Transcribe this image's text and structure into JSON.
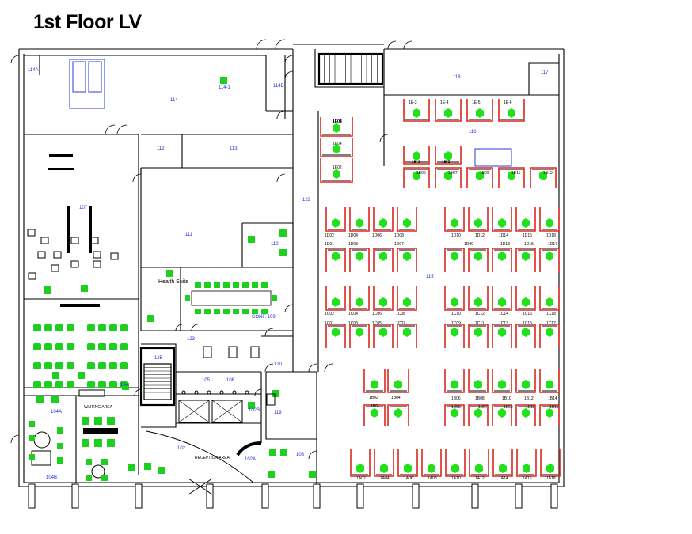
{
  "title": "1st Floor LV",
  "colors": {
    "wall": "#000000",
    "desk_green": "#22e01a",
    "chair_green": "#1fcf1f",
    "partition_red": "#d9281e",
    "label_blue": "#1f2fd0",
    "furniture_blue": "#2a3bd6"
  },
  "rooms": [
    {
      "id": "114A",
      "label": "114A"
    },
    {
      "id": "114",
      "label": "114"
    },
    {
      "id": "114-1",
      "label": "114-1"
    },
    {
      "id": "114B",
      "label": "114B"
    },
    {
      "id": "118",
      "label": "118"
    },
    {
      "id": "117",
      "label": "117"
    },
    {
      "id": "116",
      "label": "116"
    },
    {
      "id": "112",
      "label": "112"
    },
    {
      "id": "113",
      "label": "113"
    },
    {
      "id": "107",
      "label": "107"
    },
    {
      "id": "111",
      "label": "111"
    },
    {
      "id": "110",
      "label": "110"
    },
    {
      "id": "122",
      "label": "122"
    },
    {
      "id": "115",
      "label": "115"
    },
    {
      "id": "conf",
      "label": "CONF. 109"
    },
    {
      "id": "123",
      "label": "123"
    },
    {
      "id": "125",
      "label": "125"
    },
    {
      "id": "120",
      "label": "120"
    },
    {
      "id": "105",
      "label": "105"
    },
    {
      "id": "106",
      "label": "106"
    },
    {
      "id": "104",
      "label": "104"
    },
    {
      "id": "102B",
      "label": "102B"
    },
    {
      "id": "119",
      "label": "119"
    },
    {
      "id": "102",
      "label": "102"
    },
    {
      "id": "103",
      "label": "103"
    },
    {
      "id": "102A",
      "label": "102A"
    },
    {
      "id": "104A",
      "label": "104A"
    },
    {
      "id": "104B",
      "label": "104B"
    },
    {
      "id": "health",
      "label": "Health Suite"
    },
    {
      "id": "waiting",
      "label": "WAITING AREA"
    },
    {
      "id": "reception",
      "label": "RECEPTION AREA"
    }
  ],
  "workstations": {
    "row_1E_top": [
      "1E-3",
      "1E-4",
      "1E-5",
      "1E-6"
    ],
    "row_1E_mid": [
      "1E-1",
      "1E-2"
    ],
    "row_1E_bottom": [
      "1E05",
      "1E07",
      "1E09",
      "1E11",
      "1E13"
    ],
    "col_1E_left": [
      "1E05",
      "1E04",
      "1E02"
    ],
    "block_1D_left_top": [
      "1D02",
      "1D04",
      "1D06",
      "1D08"
    ],
    "block_1D_left_bot": [
      "1D01",
      "1D03",
      "1D07"
    ],
    "block_1D_right_top": [
      "1D10",
      "1D12",
      "1D14",
      "1D16",
      "1D18"
    ],
    "block_1D_right_bot": [
      "1D09",
      "1D13",
      "1D15",
      "1D17"
    ],
    "block_1C_left_top": [
      "1C02",
      "1C04",
      "1C06",
      "1C08"
    ],
    "block_1C_left_bot": [
      "1C01",
      "1C03",
      "1C05",
      "1C07"
    ],
    "block_1C_right_top": [
      "1C10",
      "1C12",
      "1C14",
      "1C16",
      "1C18"
    ],
    "block_1C_right_bot": [
      "1C09",
      "1C11",
      "1C13",
      "1C15",
      "1C17"
    ],
    "block_1B_left_top": [
      "1B02",
      "1B04"
    ],
    "block_1B_left_bot": [
      "1B0"
    ],
    "block_1B_right_top": [
      "1B06",
      "1B08",
      "1B10",
      "1B12",
      "1B14"
    ],
    "block_1B_right_bot": [
      "1B05",
      "1B07",
      "1B09",
      "1B11",
      "1B13"
    ],
    "row_1A": [
      "1A02",
      "1A04",
      "1A06",
      "1A08",
      "1A10",
      "1A12",
      "1A14",
      "1A16",
      "1A18"
    ]
  }
}
